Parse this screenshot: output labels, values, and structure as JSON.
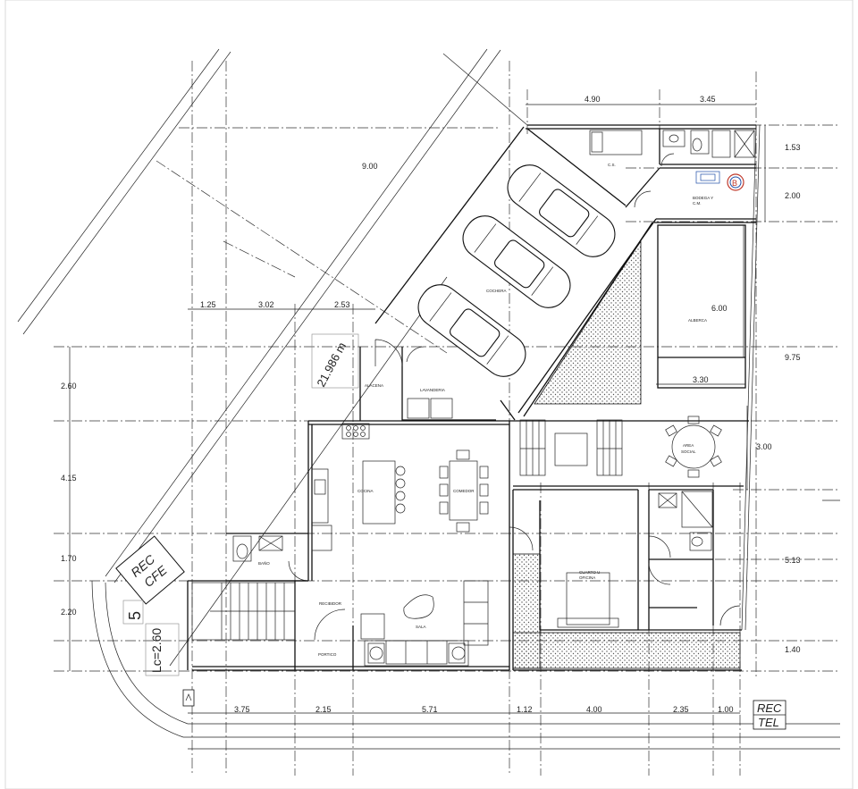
{
  "title": "",
  "dimensions": {
    "top_row": [
      "4.90",
      "3.45"
    ],
    "upper_left_row": [
      "1.25",
      "3.02",
      "2.53"
    ],
    "bottom_row": [
      "3.75",
      "2.15",
      "5.71",
      "1.12",
      "4.00",
      "2.35",
      "1.00"
    ],
    "left_col": [
      "2.60",
      "4.15",
      "1.70",
      "2.20"
    ],
    "right_col": [
      "1.53",
      "2.00",
      "9.75",
      "5.13",
      "1.40"
    ],
    "diagonal": "9.00",
    "pool_depth": "6.00",
    "pool_width": "3.30",
    "social_depth": "3.00",
    "lot_length": "21.986 m",
    "curve_length": "Lc=2.60"
  },
  "rooms": {
    "service_room": "C.S.",
    "storage": "BODEGA Y",
    "storage_line2": "C.M.",
    "garage": "COCHERA",
    "pool": "ALBERCA",
    "pantry": "ALACENA",
    "laundry": "LAVANDERIA",
    "social_area": "AREA",
    "social_area_line2": "SOCIAL",
    "kitchen": "COCINA",
    "dining": "COMEDOR",
    "bedroom": "CUARTO U",
    "bedroom_line2": "OFICINA",
    "bathroom": "BAÑO",
    "entrance": "RECIBIDOR",
    "living": "SALA",
    "porch": "PORTICO"
  },
  "labels": {
    "rec_cfe_line1": "REC",
    "rec_cfe_line2": "CFE",
    "rec_tel_line1": "REC",
    "rec_tel_line2": "TEL",
    "curve_number": "5",
    "boiler_letter": "B"
  }
}
